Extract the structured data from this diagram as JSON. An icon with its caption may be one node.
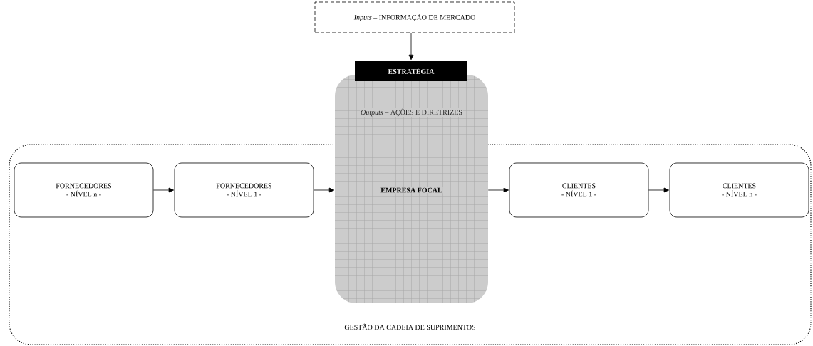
{
  "diagram": {
    "nodes": [
      {
        "text": [
          "*Inputs* – INFORMAÇÃO DE MERCADO"
        ]
      },
      {
        "text": [
          "ESTRATÉGIA"
        ]
      },
      {
        "text": [
          "*Outputs* – AÇÕES E DIRETRIZES",
          "EMPRESA FOCAL"
        ]
      },
      {
        "text": [
          "GESTÃO DA CADEIA DE SUPRIMENTOS"
        ]
      },
      {
        "text": [
          "FORNECEDORES",
          "- NÍVEL n -"
        ],
        "in": 3
      },
      {
        "text": [
          "FORNECEDORES",
          "- NÍVEL 1 -"
        ],
        "in": 3
      },
      {
        "text": [
          "CLIENTES",
          "- NÍVEL 1 -"
        ],
        "in": 3
      },
      {
        "text": [
          "CLIENTES",
          "- NÍVEL n -"
        ],
        "in": 3
      }
    ],
    "edges": [
      {
        "from": 0,
        "to": 1,
        "arrow": "to"
      },
      {
        "from": 4,
        "to": 5,
        "arrow": "to"
      },
      {
        "from": 5,
        "to": 2,
        "arrow": "to"
      },
      {
        "from": 2,
        "to": 6,
        "arrow": "to"
      },
      {
        "from": 6,
        "to": 7,
        "arrow": "to"
      }
    ]
  }
}
